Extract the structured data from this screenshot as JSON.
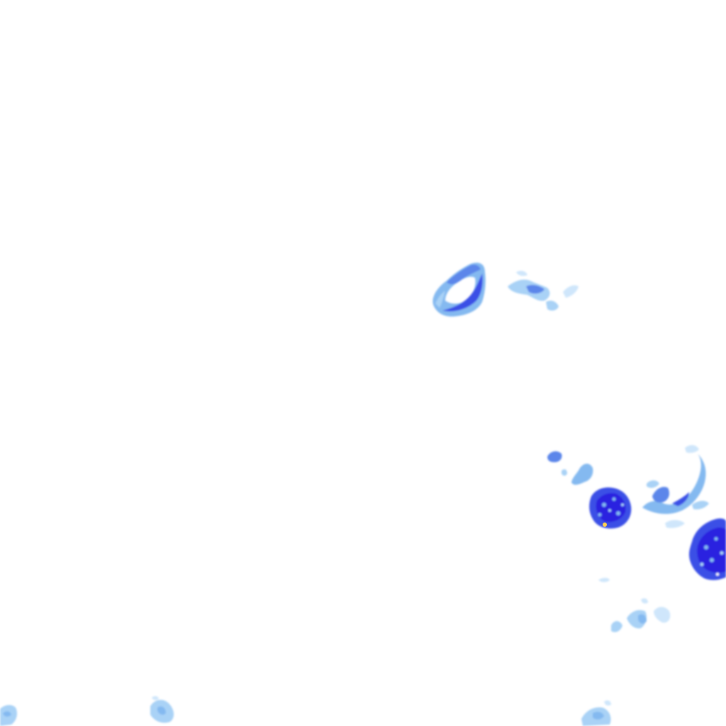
{
  "map": {
    "background_color": "#ffffff",
    "palette": {
      "very_light": "#cfe6fb",
      "light": "#a9d2f6",
      "medium_light": "#84b9f0",
      "medium": "#5b86ea",
      "strong": "#3b4fe6",
      "intense": "#2a20e0",
      "hot_core": "#ffd24d"
    },
    "precipitation_cells": [
      {
        "name": "radar-cell-center-ring",
        "intensity": "strong"
      },
      {
        "name": "radar-cell-center-wisps",
        "intensity": "light"
      },
      {
        "name": "radar-cell-east-small-west",
        "intensity": "medium"
      },
      {
        "name": "radar-cell-east-core",
        "intensity": "intense"
      },
      {
        "name": "radar-cell-east-arc",
        "intensity": "medium"
      },
      {
        "name": "radar-cell-far-east-core",
        "intensity": "intense"
      },
      {
        "name": "radar-cell-southeast-wisps",
        "intensity": "light"
      },
      {
        "name": "radar-cell-bottom-left",
        "intensity": "light"
      },
      {
        "name": "radar-cell-bottom-center-left",
        "intensity": "light"
      },
      {
        "name": "radar-cell-bottom-right",
        "intensity": "light"
      }
    ]
  }
}
